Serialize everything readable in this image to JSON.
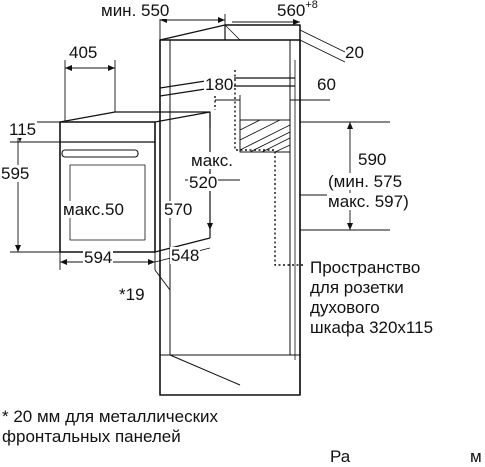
{
  "dimensions": {
    "min_550": "мин. 550",
    "d560": "560",
    "d560_sup": "+8",
    "d20": "20",
    "d405": "405",
    "d180": "180",
    "d60": "60",
    "d115": "115",
    "d595": "595",
    "max_label": "макс.",
    "d520": "520",
    "max50": "макс.50",
    "d570": "570",
    "d594": "594",
    "d548": "548",
    "d19": "*19",
    "d590": "590",
    "min575": "(мин. 575",
    "max597": "макс. 597)"
  },
  "socket_note": {
    "line1": "Пространство",
    "line2": "для розетки",
    "line3": "духового",
    "line4": "шкафа 320x115"
  },
  "footnote": {
    "line1": "* 20 мм для металлических",
    "line2": "фронтальных панелей"
  },
  "cropped_text": {
    "left": "Ра",
    "right": "м"
  }
}
